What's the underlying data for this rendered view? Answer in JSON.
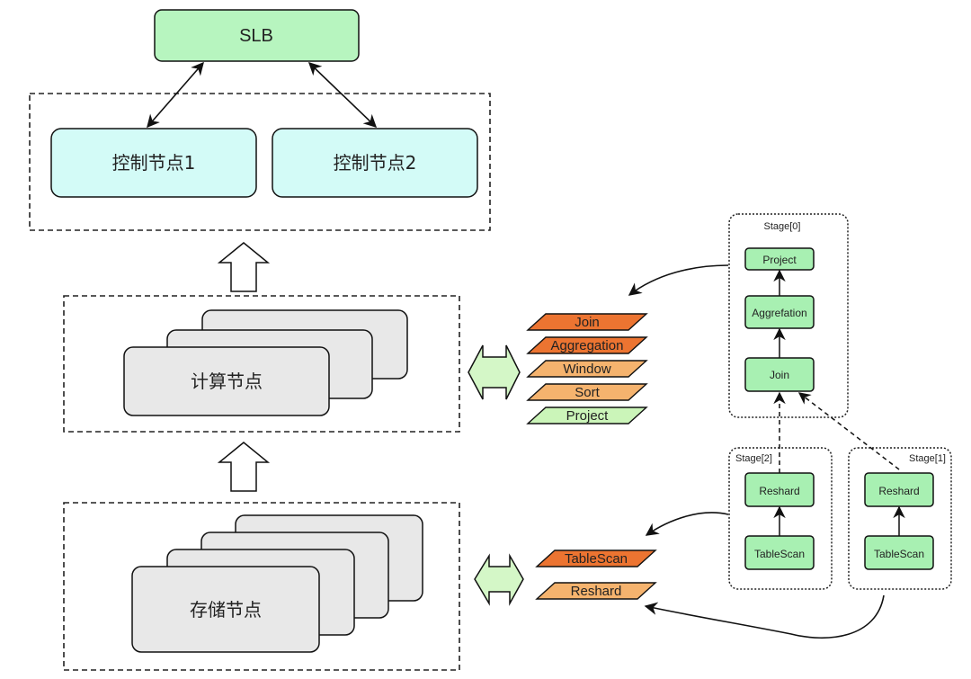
{
  "colors": {
    "slb_fill": "#b7f5bf",
    "control_fill": "#d3fbf7",
    "node_fill": "#e8e8e8",
    "stage_node_fill": "#a8f0b2",
    "operator_dark_orange": "#ec7431",
    "operator_light_orange": "#f5b36e",
    "operator_green": "#cbf5b9",
    "double_arrow_fill": "#d4f7c7",
    "stroke": "#111111"
  },
  "cluster": {
    "slb": {
      "label": "SLB"
    },
    "control_nodes": [
      {
        "label": "控制节点1"
      },
      {
        "label": "控制节点2"
      }
    ],
    "compute_node": {
      "label": "计算节点"
    },
    "storage_node": {
      "label": "存储节点"
    }
  },
  "compute_operators": [
    {
      "label": "Join",
      "tone": "dark"
    },
    {
      "label": "Aggregation",
      "tone": "dark"
    },
    {
      "label": "Window",
      "tone": "light"
    },
    {
      "label": "Sort",
      "tone": "light"
    },
    {
      "label": "Project",
      "tone": "green"
    }
  ],
  "storage_operators": [
    {
      "label": "TableScan",
      "tone": "dark"
    },
    {
      "label": "Reshard",
      "tone": "light"
    }
  ],
  "stages": {
    "stage0": {
      "title": "Stage[0]",
      "nodes": [
        "Project",
        "Aggrefation",
        "Join"
      ]
    },
    "stage2": {
      "title": "Stage[2]",
      "nodes": [
        "Reshard",
        "TableScan"
      ]
    },
    "stage1": {
      "title": "Stage[1]",
      "nodes": [
        "Reshard",
        "TableScan"
      ]
    }
  }
}
